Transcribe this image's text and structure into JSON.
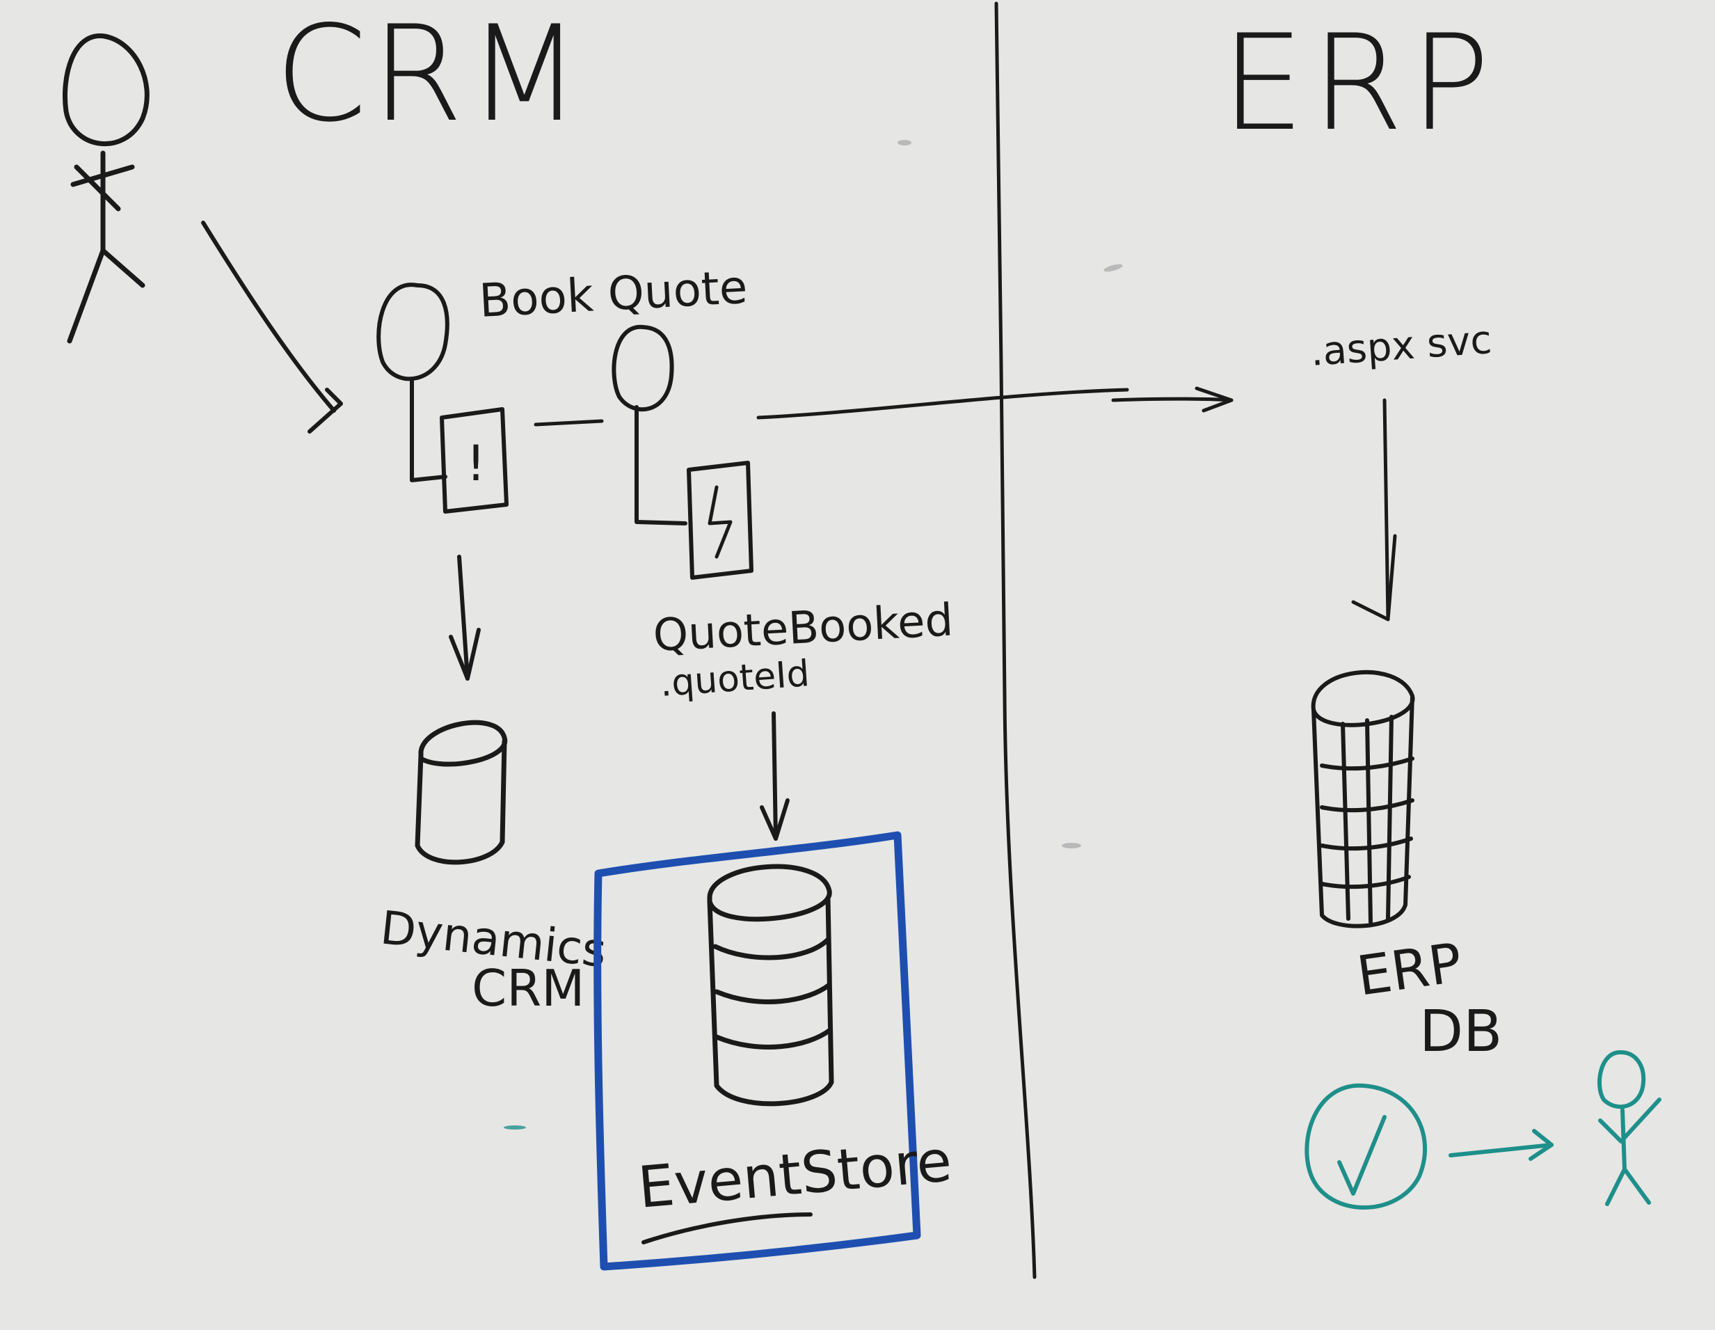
{
  "board": {
    "background": "#e6e6e4",
    "ink_color": "#1a1a1a",
    "event_store_box_color": "#1e4fb0",
    "success_color": "#1e8f8a"
  },
  "sections": {
    "left_title": "CRM",
    "right_title": "ERP"
  },
  "labels": {
    "book_quote": "Book Quote",
    "exclamation": "!",
    "lightning": "ϟ",
    "quote_booked": "QuoteBooked",
    "quote_id": ".quoteId",
    "dynamics_crm_line1": "Dynamics",
    "dynamics_crm_line2": "CRM",
    "event_store": "EventStore",
    "aspx_svc": ".aspx svc",
    "erp_db_line1": "ERP",
    "erp_db_line2": "DB"
  },
  "icons": {
    "actor": "stick-figure-icon",
    "handler": "lollipop-icon",
    "command": "command-card-icon",
    "event": "event-card-icon",
    "database": "database-cylinder-icon",
    "check": "checkmark-circle-icon"
  }
}
